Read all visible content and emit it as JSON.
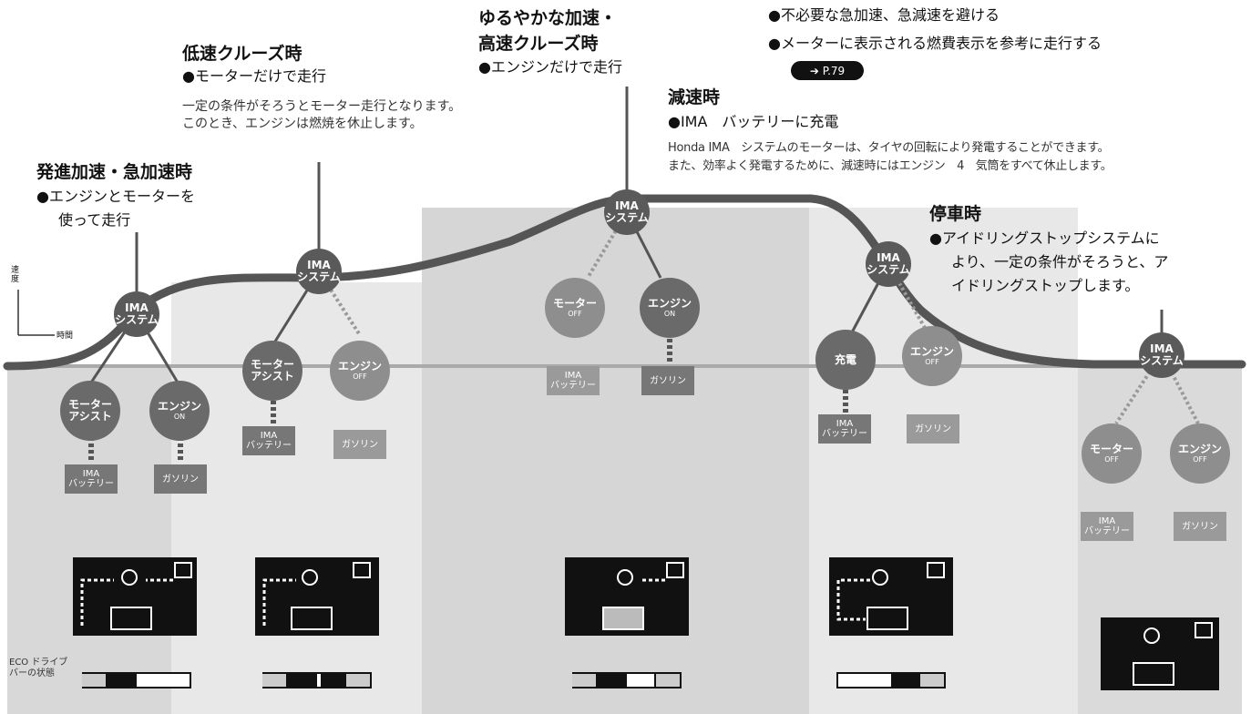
{
  "top_notes": {
    "line1": "●不必要な急加速、急減速を避ける",
    "line2": "●メーターに表示される燃費表示を参考に走行する",
    "ref": "P.79"
  },
  "phases": [
    {
      "id": "start",
      "title": "発進加速・急加速時",
      "desc1": "●エンジンとモーターを",
      "desc2": "使って走行"
    },
    {
      "id": "low",
      "title": "低速クルーズ時",
      "desc1": "●モーターだけで走行",
      "note1": "一定の条件がそろうとモーター走行となります。",
      "note2": "このとき、エンジンは燃焼を休止します。"
    },
    {
      "id": "high",
      "title1": "ゆるやかな加速・",
      "title2": "高速クルーズ時",
      "desc1": "●エンジンだけで走行"
    },
    {
      "id": "decel",
      "title": "減速時",
      "desc1": "●IMA　バッテリーに充電",
      "note1": "Honda IMA　システムのモーターは、タイヤの回転により発電することができます。",
      "note2": "また、効率よく発電するために、減速時にはエンジン　4　気筒をすべて休止します。"
    },
    {
      "id": "stop",
      "title": "停車時",
      "desc1": "●アイドリングストップシステムに",
      "desc2": "より、一定の条件がそろうと、ア",
      "desc3": "イドリングストップします。"
    }
  ],
  "axis": {
    "y_label": "速度",
    "x_label": "時間"
  },
  "nodes": {
    "ima_line1": "IMA",
    "ima_line2": "システム",
    "motor": "モーター",
    "motor_assist1": "モーター",
    "motor_assist2": "アシスト",
    "engine": "エンジン",
    "charge": "充電",
    "on": "ON",
    "off": "OFF"
  },
  "sources": {
    "battery1": "IMA",
    "battery2": "バッテリー",
    "gasoline": "ガソリン"
  },
  "eco_bar": {
    "label1": "ECO ドライブ",
    "label2": "バーの状態"
  },
  "colors": {
    "node_dark": "#5a5a5a",
    "node_mid": "#6a6a6a",
    "curve": "#555555",
    "panel": "#e0e0e0"
  }
}
